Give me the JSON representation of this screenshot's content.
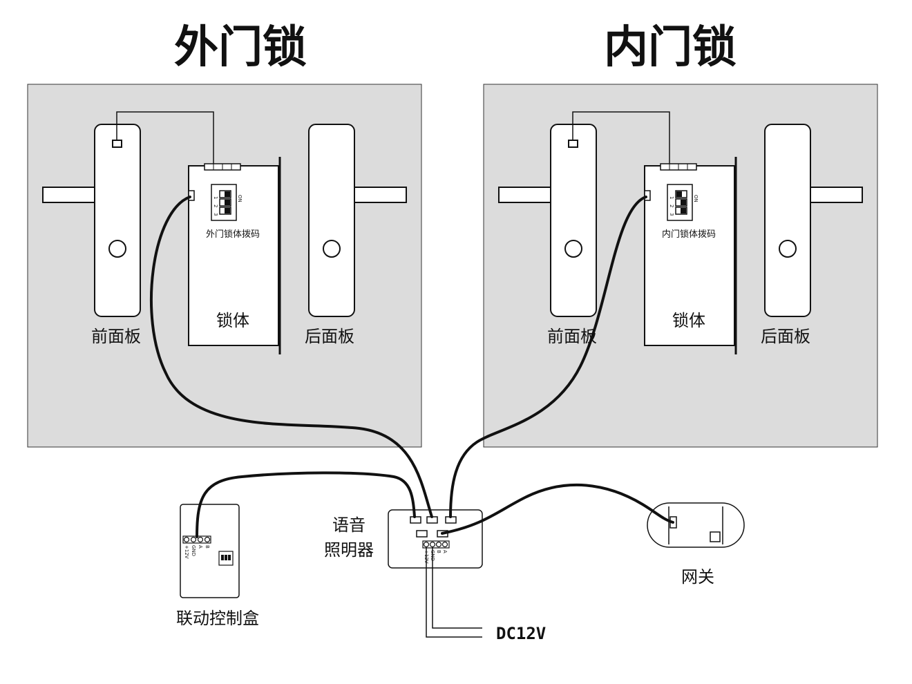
{
  "outer_lock": {
    "title": "外门锁",
    "front_panel": "前面板",
    "back_panel": "后面板",
    "lock_body": "锁体",
    "dip_caption": "外门锁体拨码",
    "dip_on": "ON",
    "dip_numbers": [
      "1",
      "2",
      "3"
    ]
  },
  "inner_lock": {
    "title": "内门锁",
    "front_panel": "前面板",
    "back_panel": "后面板",
    "lock_body": "锁体",
    "dip_caption": "内门锁体拨码",
    "dip_on": "ON",
    "dip_numbers": [
      "1",
      "2",
      "3"
    ]
  },
  "controller": {
    "label_line1": "语音",
    "label_line2": "照明器",
    "pins": [
      "+12V",
      "GND",
      "B",
      "A"
    ]
  },
  "linkage_box": {
    "label": "联动控制盒",
    "pins": [
      "+12V",
      "GND",
      "A",
      "B"
    ]
  },
  "gateway": {
    "label": "网关"
  },
  "power": {
    "label": "DC12V"
  },
  "colors": {
    "panel_fill": "#dcdcdc",
    "line": "#111111",
    "background": "#ffffff"
  }
}
